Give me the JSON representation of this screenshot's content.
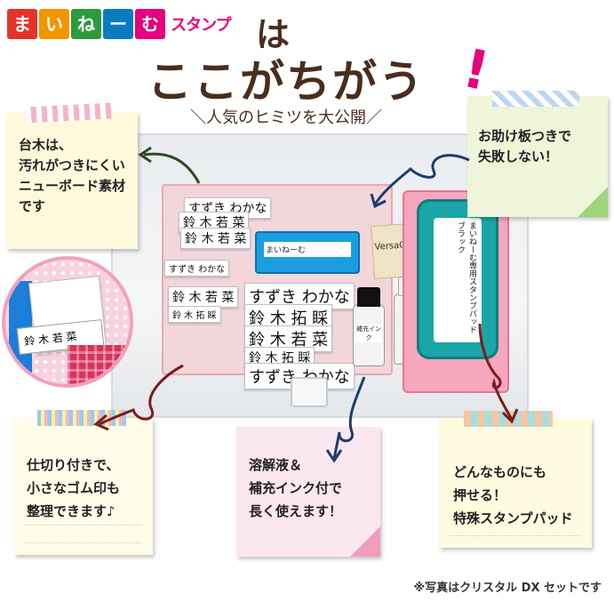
{
  "logo": {
    "chars": [
      "ま",
      "い",
      "ね",
      "ー",
      "む"
    ],
    "sub": "スタンプ"
  },
  "headline": {
    "particle": "は",
    "main": "ここがちがう",
    "exclaim": "!",
    "sub": "＼人気のヒミツを大公開／"
  },
  "notes": {
    "top_left": [
      "台木は、",
      "汚れがつきにくい",
      "ニューボード素材",
      "です"
    ],
    "top_right": [
      "お助け板つきで",
      "失敗しない！"
    ],
    "bottom_left": [
      "仕切り付きで、",
      "小さなゴム印も",
      "整理できます♪"
    ],
    "bottom_center": [
      "溶解液＆",
      "補充インク付で",
      "長く使えます！"
    ],
    "bottom_right": [
      "どんなものにも",
      "押せる！",
      "特殊スタンプパッド"
    ]
  },
  "photo": {
    "stamps": [
      "すずき わかな",
      "鈴 木 若 菜",
      "鈴 木 若 菜",
      "すずき わかな",
      "鈴 木 若 菜",
      "鈴 木 拓 睬",
      "すずき わかな",
      "鈴 木 拓 睬",
      "鈴 木 若 菜",
      "鈴 木 拓 睬",
      "すずき わかな"
    ],
    "versa": "VersaCraft",
    "bottle_label": "補充インク",
    "pad_label": "まいねーむ専用スタンプパッド ブラック"
  },
  "circle": {
    "stamp": "鈴 木 若 菜"
  },
  "colors": {
    "brown": "#4a2d1c",
    "pink": "#e5007f",
    "arrow": "#1c3d6e"
  },
  "footnote": "※写真はクリスタル DX セットです"
}
